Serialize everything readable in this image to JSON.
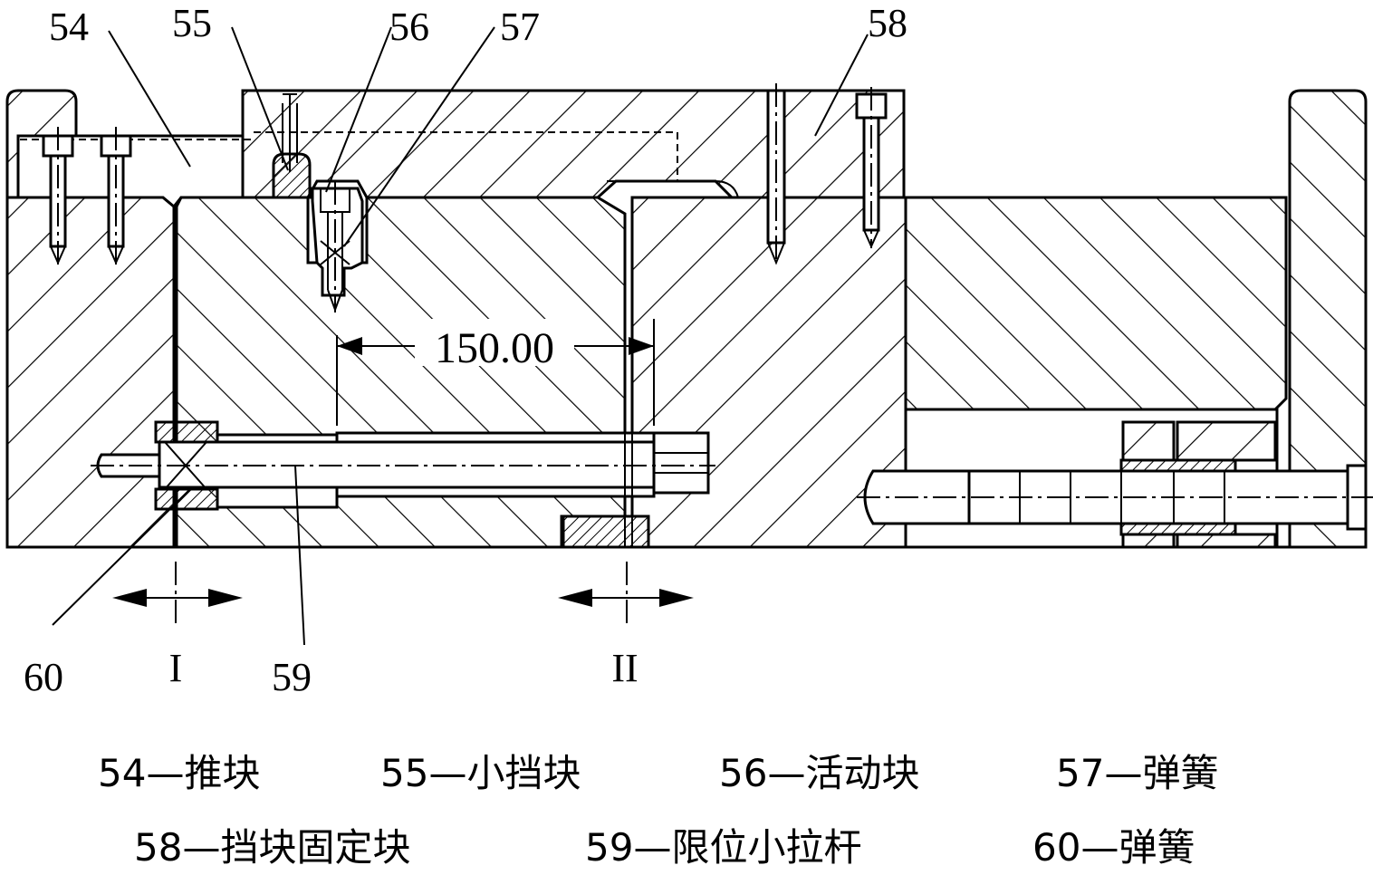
{
  "part_labels": {
    "p54": "54",
    "p55": "55",
    "p56": "56",
    "p57": "57",
    "p58": "58",
    "p59": "59",
    "p60": "60"
  },
  "dimension": "150.00",
  "section_marks": {
    "first": "I",
    "second": "II"
  },
  "caption": {
    "line1": [
      "54—推块",
      "55—小挡块",
      "56—活动块",
      "57—弹簧"
    ],
    "line2": [
      "58—挡块固定块",
      "59—限位小拉杆",
      "60—弹簧"
    ]
  }
}
